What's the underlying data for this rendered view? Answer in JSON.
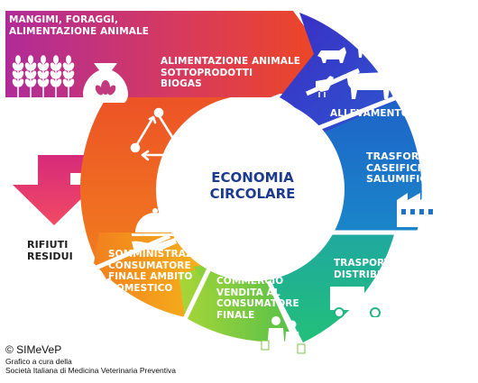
{
  "center": {
    "label": "ECONOMIA\nCIRCOLARE"
  },
  "segments": [
    {
      "id": "feed",
      "label": "MANGIMI, FORAGGI,\nALIMENTAZIONE ANIMALE",
      "color": "#b23a96"
    },
    {
      "id": "byproducts",
      "label": "ALIMENTAZIONE ANIMALE\nSOTTOPRODOTTI\nBIOGAS",
      "color": "#e9402b"
    },
    {
      "id": "farming",
      "label": "ALLEVAMENTO",
      "color": "#3f39c9"
    },
    {
      "id": "processing",
      "label": "TRASFORMAZIONE\nCASEIFICI\nSALUMIFICI",
      "color": "#1f68c6"
    },
    {
      "id": "transport",
      "label": "TRASPORTO\nDISTRIBUZIONE",
      "color": "#20b57f"
    },
    {
      "id": "retail",
      "label": "COMMERCIO\nVENDITA AL\nCONSUMATORE\nFINALE",
      "color": "#8ccf3d"
    },
    {
      "id": "consumption",
      "label": "SOMMINISTRAZIONE\nCONSUMATORE\nFINALE AMBITO\nDOMESTICO",
      "color": "#f29a1c"
    }
  ],
  "waste": {
    "label": "RIFIUTI\nRESIDUI",
    "color": "#e8336e"
  },
  "credits": {
    "copyright": "© SIMeVeP",
    "note": "Grafico a cura della\nSocietà Italiana di Medicina Veterinaria Preventiva"
  },
  "icons": [
    "wheat-icon",
    "grain-sack-icon",
    "recycle-icon",
    "animals-icon",
    "factory-icon",
    "truck-icon",
    "hand-truck-icon",
    "shoppers-icon",
    "cloche-icon",
    "waste-arrow-icon"
  ]
}
